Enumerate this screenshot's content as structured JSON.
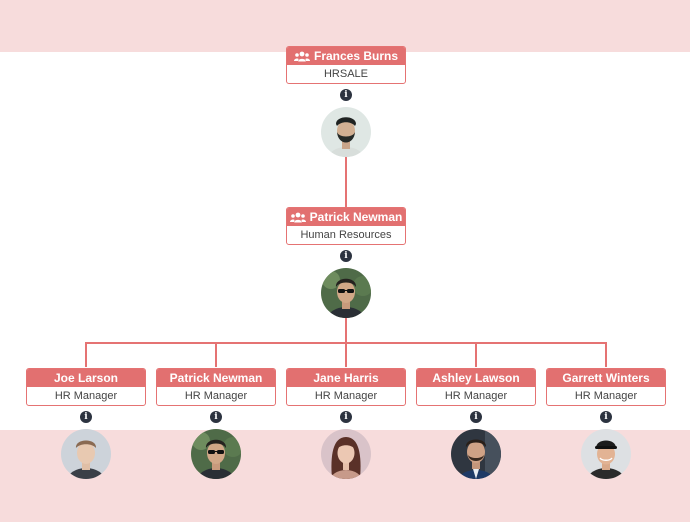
{
  "root": {
    "name": "Frances Burns",
    "title": "HRSALE",
    "icon": "team-icon",
    "avatar": "avatar-bearded-man"
  },
  "manager": {
    "name": "Patrick Newman",
    "title": "Human Resources",
    "icon": "team-icon",
    "avatar": "avatar-man-sunglasses"
  },
  "staff": [
    {
      "name": "Joe Larson",
      "title": "HR Manager",
      "avatar": "avatar-young-man"
    },
    {
      "name": "Patrick Newman",
      "title": "HR Manager",
      "avatar": "avatar-man-sunglasses"
    },
    {
      "name": "Jane Harris",
      "title": "HR Manager",
      "avatar": "avatar-woman"
    },
    {
      "name": "Ashley Lawson",
      "title": "HR Manager",
      "avatar": "avatar-man-suit"
    },
    {
      "name": "Garrett Winters",
      "title": "HR Manager",
      "avatar": "avatar-man-cap"
    }
  ],
  "info_glyph": "i",
  "colors": {
    "accent": "#e27070",
    "band": "#f7dcdc",
    "info_bg": "#2c3340"
  }
}
